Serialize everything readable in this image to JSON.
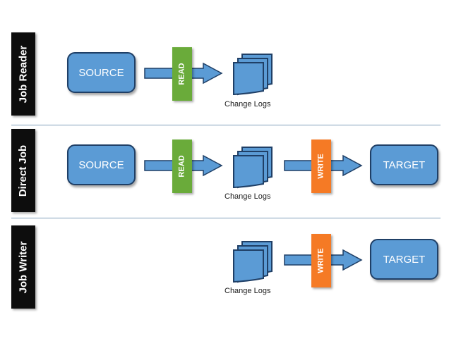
{
  "colors": {
    "lane_tab": "#0d0d0d",
    "box_fill": "#5b9bd5",
    "box_border": "#1f3f66",
    "read_badge": "#6aab3a",
    "write_badge": "#f57a25",
    "divider": "#7f9fba"
  },
  "lanes": [
    {
      "label": "Job Reader",
      "source": "SOURCE",
      "read": "READ",
      "docs_caption": "Change Logs"
    },
    {
      "label": "Direct Job",
      "source": "SOURCE",
      "read": "READ",
      "docs_caption": "Change Logs",
      "write": "WRITE",
      "target": "TARGET"
    },
    {
      "label": "Job Writer",
      "docs_caption": "Change Logs",
      "write": "WRITE",
      "target": "TARGET"
    }
  ],
  "icons": {
    "arrow": "right-arrow-icon",
    "docs": "stacked-documents-icon"
  }
}
